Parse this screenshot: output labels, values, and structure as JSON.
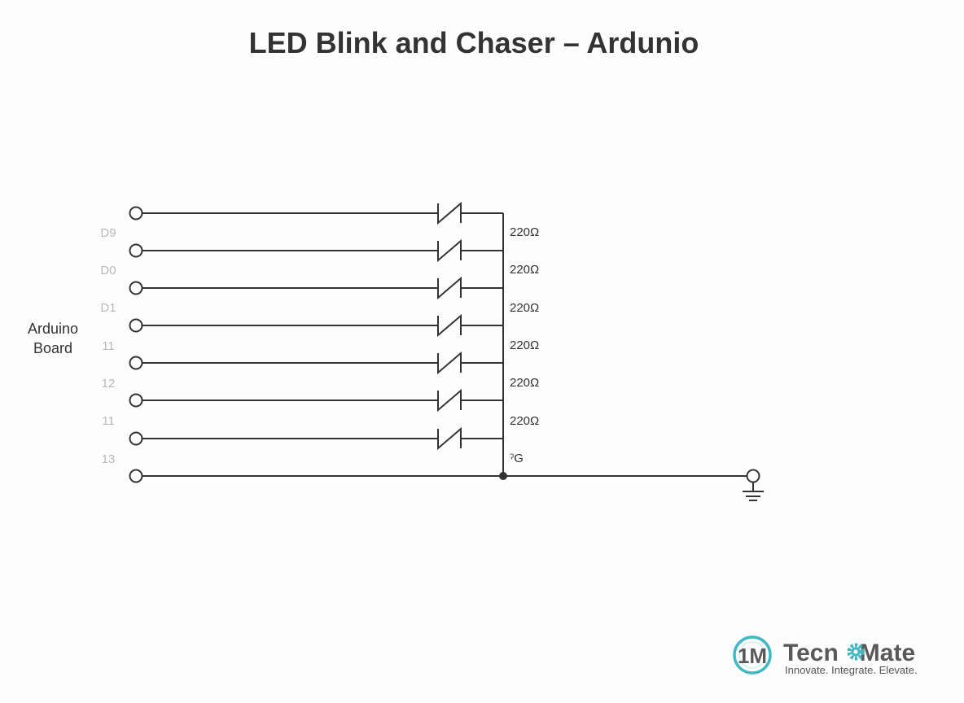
{
  "title": "LED Blink and Chaser – Ardunio",
  "board": {
    "line1": "Arduino",
    "line2": "Board"
  },
  "pins": [
    "D9",
    "D0",
    "D1",
    "11",
    "12",
    "11",
    "13"
  ],
  "resistors": [
    "220Ω",
    "220Ω",
    "220Ω",
    "220Ω",
    "220Ω",
    "220Ω"
  ],
  "ground_label": "ˀG",
  "logo": {
    "mark": "1M",
    "name_part1": "Tecn",
    "name_part2": "Mate",
    "tagline": "Innovate. Integrate. Elevate."
  },
  "colors": {
    "wire": "#333333",
    "pin_label": "#b8b8b8",
    "logo_accent": "#3fb8c4",
    "logo_text": "#595959"
  },
  "icons": [
    "terminal-icon",
    "resistor-icon",
    "ground-icon",
    "gear-icon"
  ]
}
